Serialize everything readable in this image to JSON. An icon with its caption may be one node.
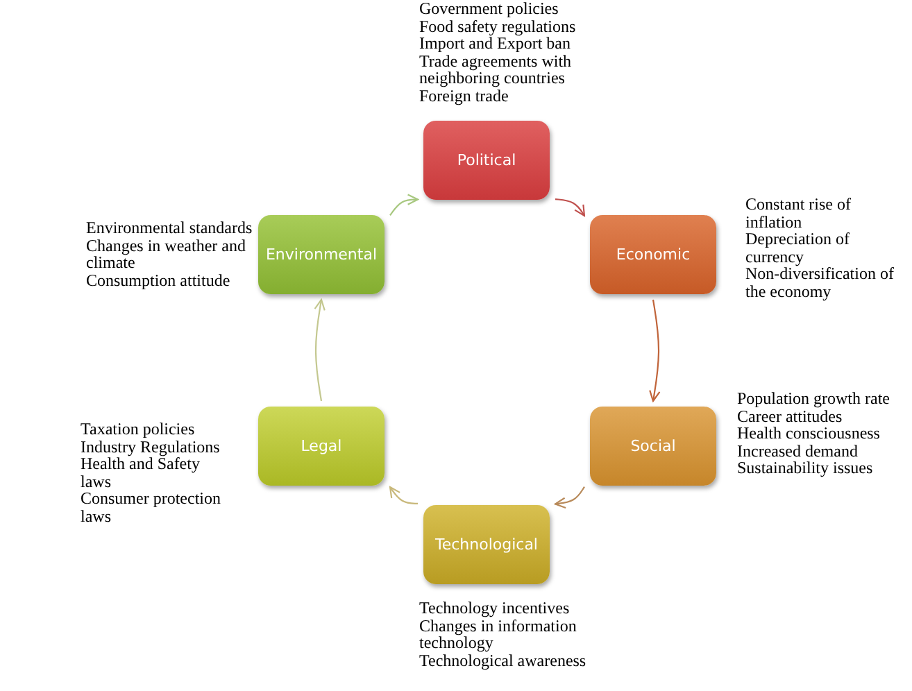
{
  "diagram": {
    "nodes": [
      {
        "text": [
          "Political"
        ],
        "beside": [
          "Government policies",
          "Food safety regulations",
          "Import and Export ban",
          "Trade agreements with neighboring countries",
          "Foreign trade"
        ]
      },
      {
        "text": [
          "Economic"
        ],
        "beside": [
          "Constant rise of inflation",
          "Depreciation of currency",
          "Non-diversification of the economy"
        ]
      },
      {
        "text": [
          "Social"
        ],
        "beside": [
          "Population growth rate",
          "Career attitudes",
          "Health consciousness",
          "Increased demand",
          "Sustainability issues"
        ]
      },
      {
        "text": [
          "Technological"
        ],
        "beside": [
          "Technology incentives",
          "Changes in information technology",
          "Technological awareness"
        ]
      },
      {
        "text": [
          "Legal"
        ],
        "beside": [
          "Taxation policies",
          "Industry Regulations",
          "Health and Safety laws",
          "Consumer protection laws"
        ]
      },
      {
        "text": [
          "Environmental"
        ],
        "beside": [
          "Environmental standards",
          "Changes in weather and climate",
          "Consumption attitude"
        ]
      }
    ],
    "edges": [
      {
        "from": 0,
        "to": 1,
        "arrow": "to",
        "color": "#c0504d"
      },
      {
        "from": 1,
        "to": 2,
        "arrow": "to",
        "color": "#c0643a"
      },
      {
        "from": 2,
        "to": 3,
        "arrow": "to",
        "color": "#b88a5a"
      },
      {
        "from": 3,
        "to": 4,
        "arrow": "to",
        "color": "#c8b87a"
      },
      {
        "from": 4,
        "to": 5,
        "arrow": "to",
        "color": "#c4c890"
      },
      {
        "from": 5,
        "to": 0,
        "arrow": "to",
        "color": "#a8c880"
      }
    ]
  }
}
